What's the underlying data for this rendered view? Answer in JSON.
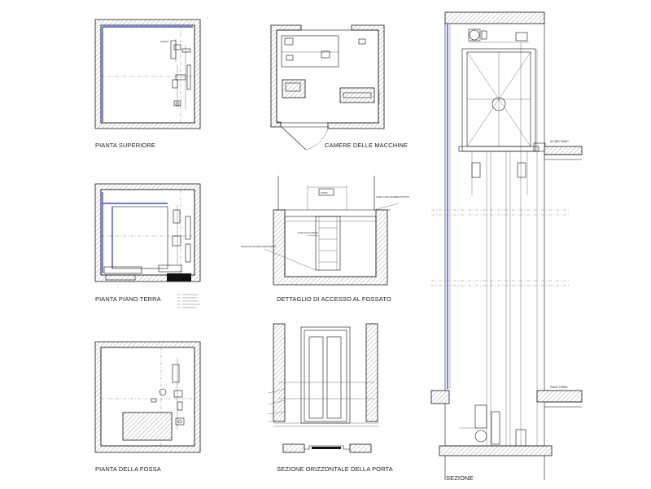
{
  "views": {
    "top_plan": {
      "title": "PIANTA SUPERIORE",
      "note": "GANCIO"
    },
    "machine_room": {
      "title": "CAMERE DELLE MACCHINE"
    },
    "ground_plan": {
      "title": "PIANTA PIANO TERRA"
    },
    "pit_access": {
      "title": "DETTAGLIO DI ACCESSO AL FOSSATO",
      "note_door": "PORTA",
      "note_floor": "LIVELLO DEL PAVIMENTO FINITO",
      "note_ladder": "SCALA DI ACCESSO",
      "note_pit": "INCAVO DI 100 MM E PROFONDITÀ"
    },
    "pit_plan": {
      "title": "PIANTA DELLA FOSSA"
    },
    "door_section": {
      "title": "SEZIONE ORIZZONTALE DELLA PORTA"
    },
    "section": {
      "title": "SEZIONE",
      "top_floor": "ULTIMO PIANO",
      "ground_floor": "PIANO TERRA"
    }
  },
  "colors": {
    "glass": "#5b8fe8",
    "rail": "#3b4fd8",
    "line": "#111111"
  }
}
